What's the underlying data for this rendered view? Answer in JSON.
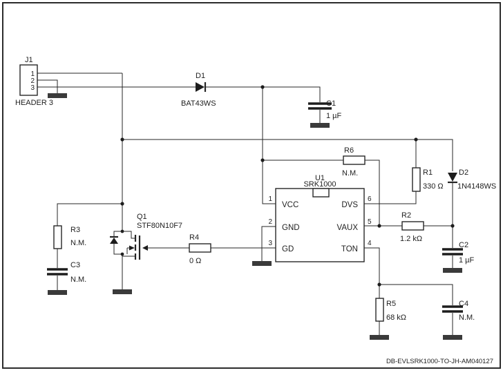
{
  "schematic": {
    "doc_number": "DB-EVLSRK1000-TO-JH-AM040127",
    "colors": {
      "wire": "#262626",
      "text": "#212121",
      "ground": "#3a3a3a",
      "background": "#ffffff"
    },
    "connector_j1": {
      "ref": "J1",
      "value": "HEADER 3",
      "pin1": "1",
      "pin2": "2",
      "pin3": "3"
    },
    "ic_u1": {
      "ref": "U1",
      "part": "SRK1000",
      "pin1_num": "1",
      "pin1_name": "VCC",
      "pin2_num": "2",
      "pin2_name": "GND",
      "pin3_num": "3",
      "pin3_name": "GD",
      "pin4_num": "4",
      "pin4_name": "TON",
      "pin5_num": "5",
      "pin5_name": "VAUX",
      "pin6_num": "6",
      "pin6_name": "DVS"
    },
    "d1": {
      "ref": "D1",
      "value": "BAT43WS"
    },
    "d2": {
      "ref": "D2",
      "value": "1N4148WS"
    },
    "q1": {
      "ref": "Q1",
      "value": "STF80N10F7"
    },
    "r1": {
      "ref": "R1",
      "value": "330 Ω"
    },
    "r2": {
      "ref": "R2",
      "value": "1.2 kΩ"
    },
    "r3": {
      "ref": "R3",
      "value": "N.M."
    },
    "r4": {
      "ref": "R4",
      "value": "0 Ω"
    },
    "r5": {
      "ref": "R5",
      "value": "68 kΩ"
    },
    "r6": {
      "ref": "R6",
      "value": "N.M."
    },
    "c1": {
      "ref": "C1",
      "value": "1 µF"
    },
    "c2": {
      "ref": "C2",
      "value": "1 µF"
    },
    "c3": {
      "ref": "C3",
      "value": "N.M."
    },
    "c4": {
      "ref": "C4",
      "value": "N.M."
    }
  }
}
